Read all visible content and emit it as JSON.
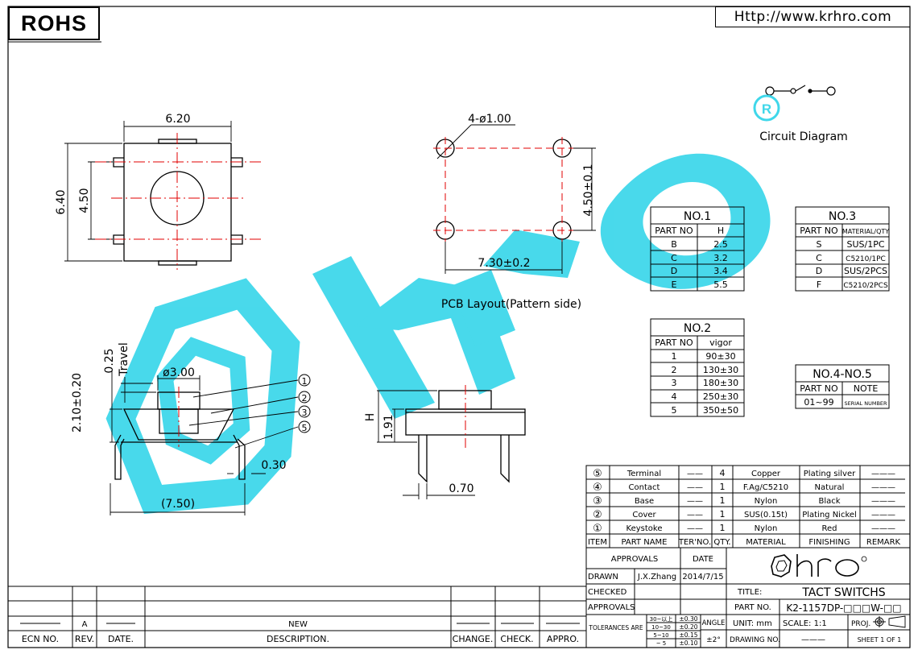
{
  "header": {
    "rohs": "ROHS",
    "url": "Http://www.krhro.com"
  },
  "top_view": {
    "width": "6.20",
    "height": "6.40",
    "inner": "4.50"
  },
  "pcb_layout": {
    "holes": "4-ø1.00",
    "pitch_y": "4.50±0.1",
    "pitch_x": "7.30±0.2",
    "caption": "PCB Layout(Pattern side)"
  },
  "circuit": {
    "registered_mark": "R",
    "caption": "Circuit  Diagram"
  },
  "side_view": {
    "travel_value": "0.25",
    "travel_label": "Travel",
    "height": "2.10±0.20",
    "diameter": "ø3.00",
    "pin_width": "0.30",
    "overall": "(7.50)",
    "balloons": [
      "1",
      "2",
      "3",
      "5"
    ]
  },
  "front_view": {
    "h_label": "H",
    "base_height": "1.91",
    "pin": "0.70"
  },
  "no1": {
    "title": "NO.1",
    "headers": [
      "PART NO",
      "H"
    ],
    "rows": [
      [
        "B",
        "2.5"
      ],
      [
        "C",
        "3.2"
      ],
      [
        "D",
        "3.4"
      ],
      [
        "E",
        "5.5"
      ]
    ]
  },
  "no2": {
    "title": "NO.2",
    "headers": [
      "PART NO",
      "vigor"
    ],
    "rows": [
      [
        "1",
        "90±30"
      ],
      [
        "2",
        "130±30"
      ],
      [
        "3",
        "180±30"
      ],
      [
        "4",
        "250±30"
      ],
      [
        "5",
        "350±50"
      ]
    ]
  },
  "no3": {
    "title": "NO.3",
    "headers": [
      "PART NO",
      "MATERIAL/QTY"
    ],
    "rows": [
      [
        "S",
        "SUS/1PC"
      ],
      [
        "C",
        "C5210/1PC"
      ],
      [
        "D",
        "SUS/2PCS"
      ],
      [
        "F",
        "C5210/2PCS"
      ]
    ]
  },
  "no45": {
    "title": "NO.4-NO.5",
    "headers": [
      "PART NO",
      "NOTE"
    ],
    "rows": [
      [
        "01~99",
        "SERIAL NUMBER"
      ]
    ]
  },
  "bom": {
    "rows": [
      {
        "item": "⑤",
        "name": "Terminal",
        "ter": "——",
        "qty": "4",
        "material": "Copper",
        "finishing": "Plating silver",
        "remark": "———"
      },
      {
        "item": "④",
        "name": "Contact",
        "ter": "——",
        "qty": "1",
        "material": "F.Ag/C5210",
        "finishing": "Natural",
        "remark": "———"
      },
      {
        "item": "③",
        "name": "Base",
        "ter": "——",
        "qty": "1",
        "material": "Nylon",
        "finishing": "Black",
        "remark": "———"
      },
      {
        "item": "②",
        "name": "Cover",
        "ter": "——",
        "qty": "1",
        "material": "SUS(0.15t)",
        "finishing": "Plating Nickel",
        "remark": "———"
      },
      {
        "item": "①",
        "name": "Keystoke",
        "ter": "——",
        "qty": "1",
        "material": "Nylon",
        "finishing": "Red",
        "remark": "———"
      }
    ],
    "headers": [
      "ITEM",
      "PART NAME",
      "TER'NO.",
      "QTY.",
      "MATERIAL",
      "FINISHING",
      "REMARK"
    ]
  },
  "title_block": {
    "approvals_header": "APPROVALS",
    "date_header": "DATE",
    "drawn_label": "DRAWN",
    "drawn_by": "J.X.Zhang",
    "drawn_date": "2014/7/15",
    "checked_label": "CHECKED",
    "approvals_label": "APPROVALS",
    "tolerances_label": "TOLERANCES ARE",
    "tol_ranges": [
      "30~以上",
      "10~30",
      "5~10",
      "~ 5"
    ],
    "tol_values": [
      "±0.30",
      "±0.20",
      "±0.15",
      "±0.10"
    ],
    "angle_label": "ANGLE",
    "angle_value": "±2°",
    "logo": "hro",
    "title_label": "TITLE:",
    "title_value": "TACT  SWITCHS",
    "partno_label": "PART NO.",
    "partno_value": "K2-1157DP-□□□W-□□",
    "unit_label": "UNIT: mm",
    "scale_label": "SCALE:  1:1",
    "proj_label": "PROJ.",
    "drawing_no_label": "DRAWING NO.",
    "drawing_no_value": "———",
    "sheet_label": "SHEET  1  OF  1"
  },
  "revision_block": {
    "rev": "A",
    "description": "NEW",
    "headers": [
      "ECN NO.",
      "REV.",
      "DATE.",
      "DESCRIPTION.",
      "CHANGE.",
      "CHECK.",
      "APPRO."
    ]
  },
  "watermark": {
    "text": "hro",
    "color": "#3fd7ea"
  },
  "colors": {
    "centerline": "#e00000",
    "line": "#000000"
  }
}
